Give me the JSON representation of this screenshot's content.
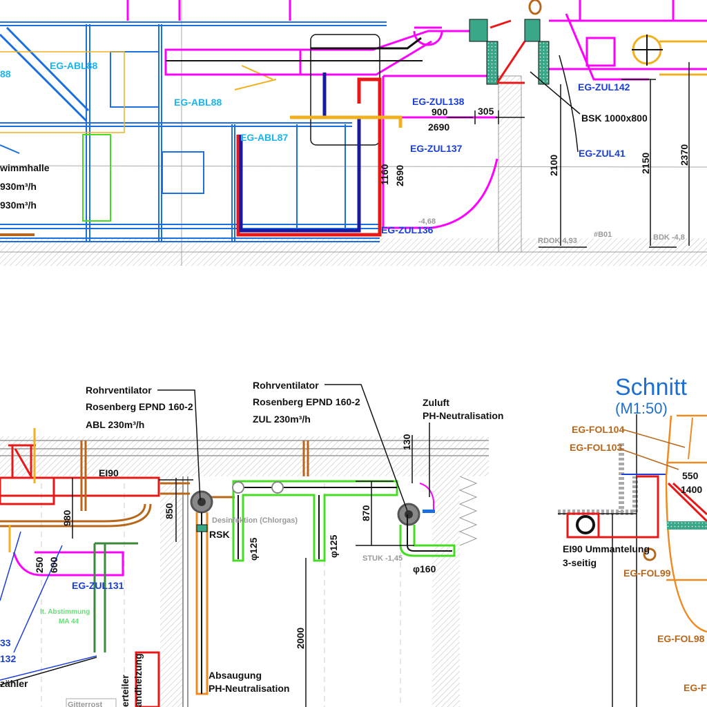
{
  "colors": {
    "duct_supply": "#ff00ff",
    "wall_blue": "#1a6ee0",
    "pipe_red": "#e81818",
    "pipe_darkblue": "#1a1aa0",
    "green": "#44dd22",
    "orange": "#f0a020",
    "brown": "#b8661a",
    "teal": "#3aa888",
    "label_blue": "#1a3ed8",
    "label_cyan": "#1ab4ec"
  },
  "top_plan": {
    "labels": {
      "abl88_left_partial": "88",
      "abl88_a": "EG-ABL88",
      "abl88_b": "EG-ABL88",
      "abl87": "EG-ABL87",
      "room_name_partial": "wimmhalle",
      "flow_1": "930m³/h",
      "flow_2": "930m³/h",
      "zul138": "EG-ZUL138",
      "zul137": "EG-ZUL137",
      "zul136": "EG-ZUL136",
      "zul142": "EG-ZUL142",
      "zul41": "EG-ZUL41",
      "bsk": "BSK 1000x800",
      "level_1": "-4,68",
      "rdok": "RDOK 4,93",
      "b01": "#B01",
      "bdk": "BDK -4,8"
    },
    "dimensions": {
      "d900": "900",
      "d2690_h": "2690",
      "d305": "305",
      "d1160": "1160",
      "d2690_v": "2690",
      "d2100": "2100",
      "d2150": "2150",
      "d2370": "2370"
    }
  },
  "section": {
    "title": "Schnitt",
    "scale": "(M1:50)",
    "fan_abl": {
      "line1": "Rohrventilator",
      "line2": "Rosenberg EPND 160-2",
      "line3": "ABL 230m³/h"
    },
    "fan_zul": {
      "line1": "Rohrventilator",
      "line2": "Rosenberg EPND 160-2",
      "line3": "ZUL 230m³/h"
    },
    "zuluft": {
      "line1": "Zuluft",
      "line2": "PH-Neutralisation"
    },
    "absaugung": {
      "line1": "Absaugung",
      "line2": "PH-Neutralisation"
    },
    "labels": {
      "ei90": "EI90",
      "desinfektion": "Desinfektion (Chlorgas)",
      "rsk": "RSK",
      "phi125_a": "φ125",
      "phi125_b": "φ125",
      "stuk": "STUK -1,45",
      "phi160": "φ160",
      "zul131": "EG-ZUL131",
      "abstimmung_1": "lt. Abstimmung",
      "abstimmung_2": "MA 44",
      "zul133_partial": "33",
      "zul132_partial": ".132",
      "zaehler_partial": "zähler",
      "verteiler_partial": "erteiler",
      "wandheizung_partial": "/andheizung",
      "gitterrost": "Gitterrost",
      "fol104": "EG-FOL104",
      "fol103": "EG-FOL103",
      "fol99": "EG-FOL99",
      "fol98": "EG-FOL98",
      "fol_partial": "EG-F",
      "ei90_ummantelung_1": "EI90 Ummantelung",
      "ei90_ummantelung_2": "3-seitig"
    },
    "dimensions": {
      "d980": "980",
      "d850": "850",
      "d870": "870",
      "d130": "130",
      "d250": "250",
      "d600": "600",
      "d2000": "2000",
      "d550": "550",
      "d1400": "1400"
    }
  }
}
